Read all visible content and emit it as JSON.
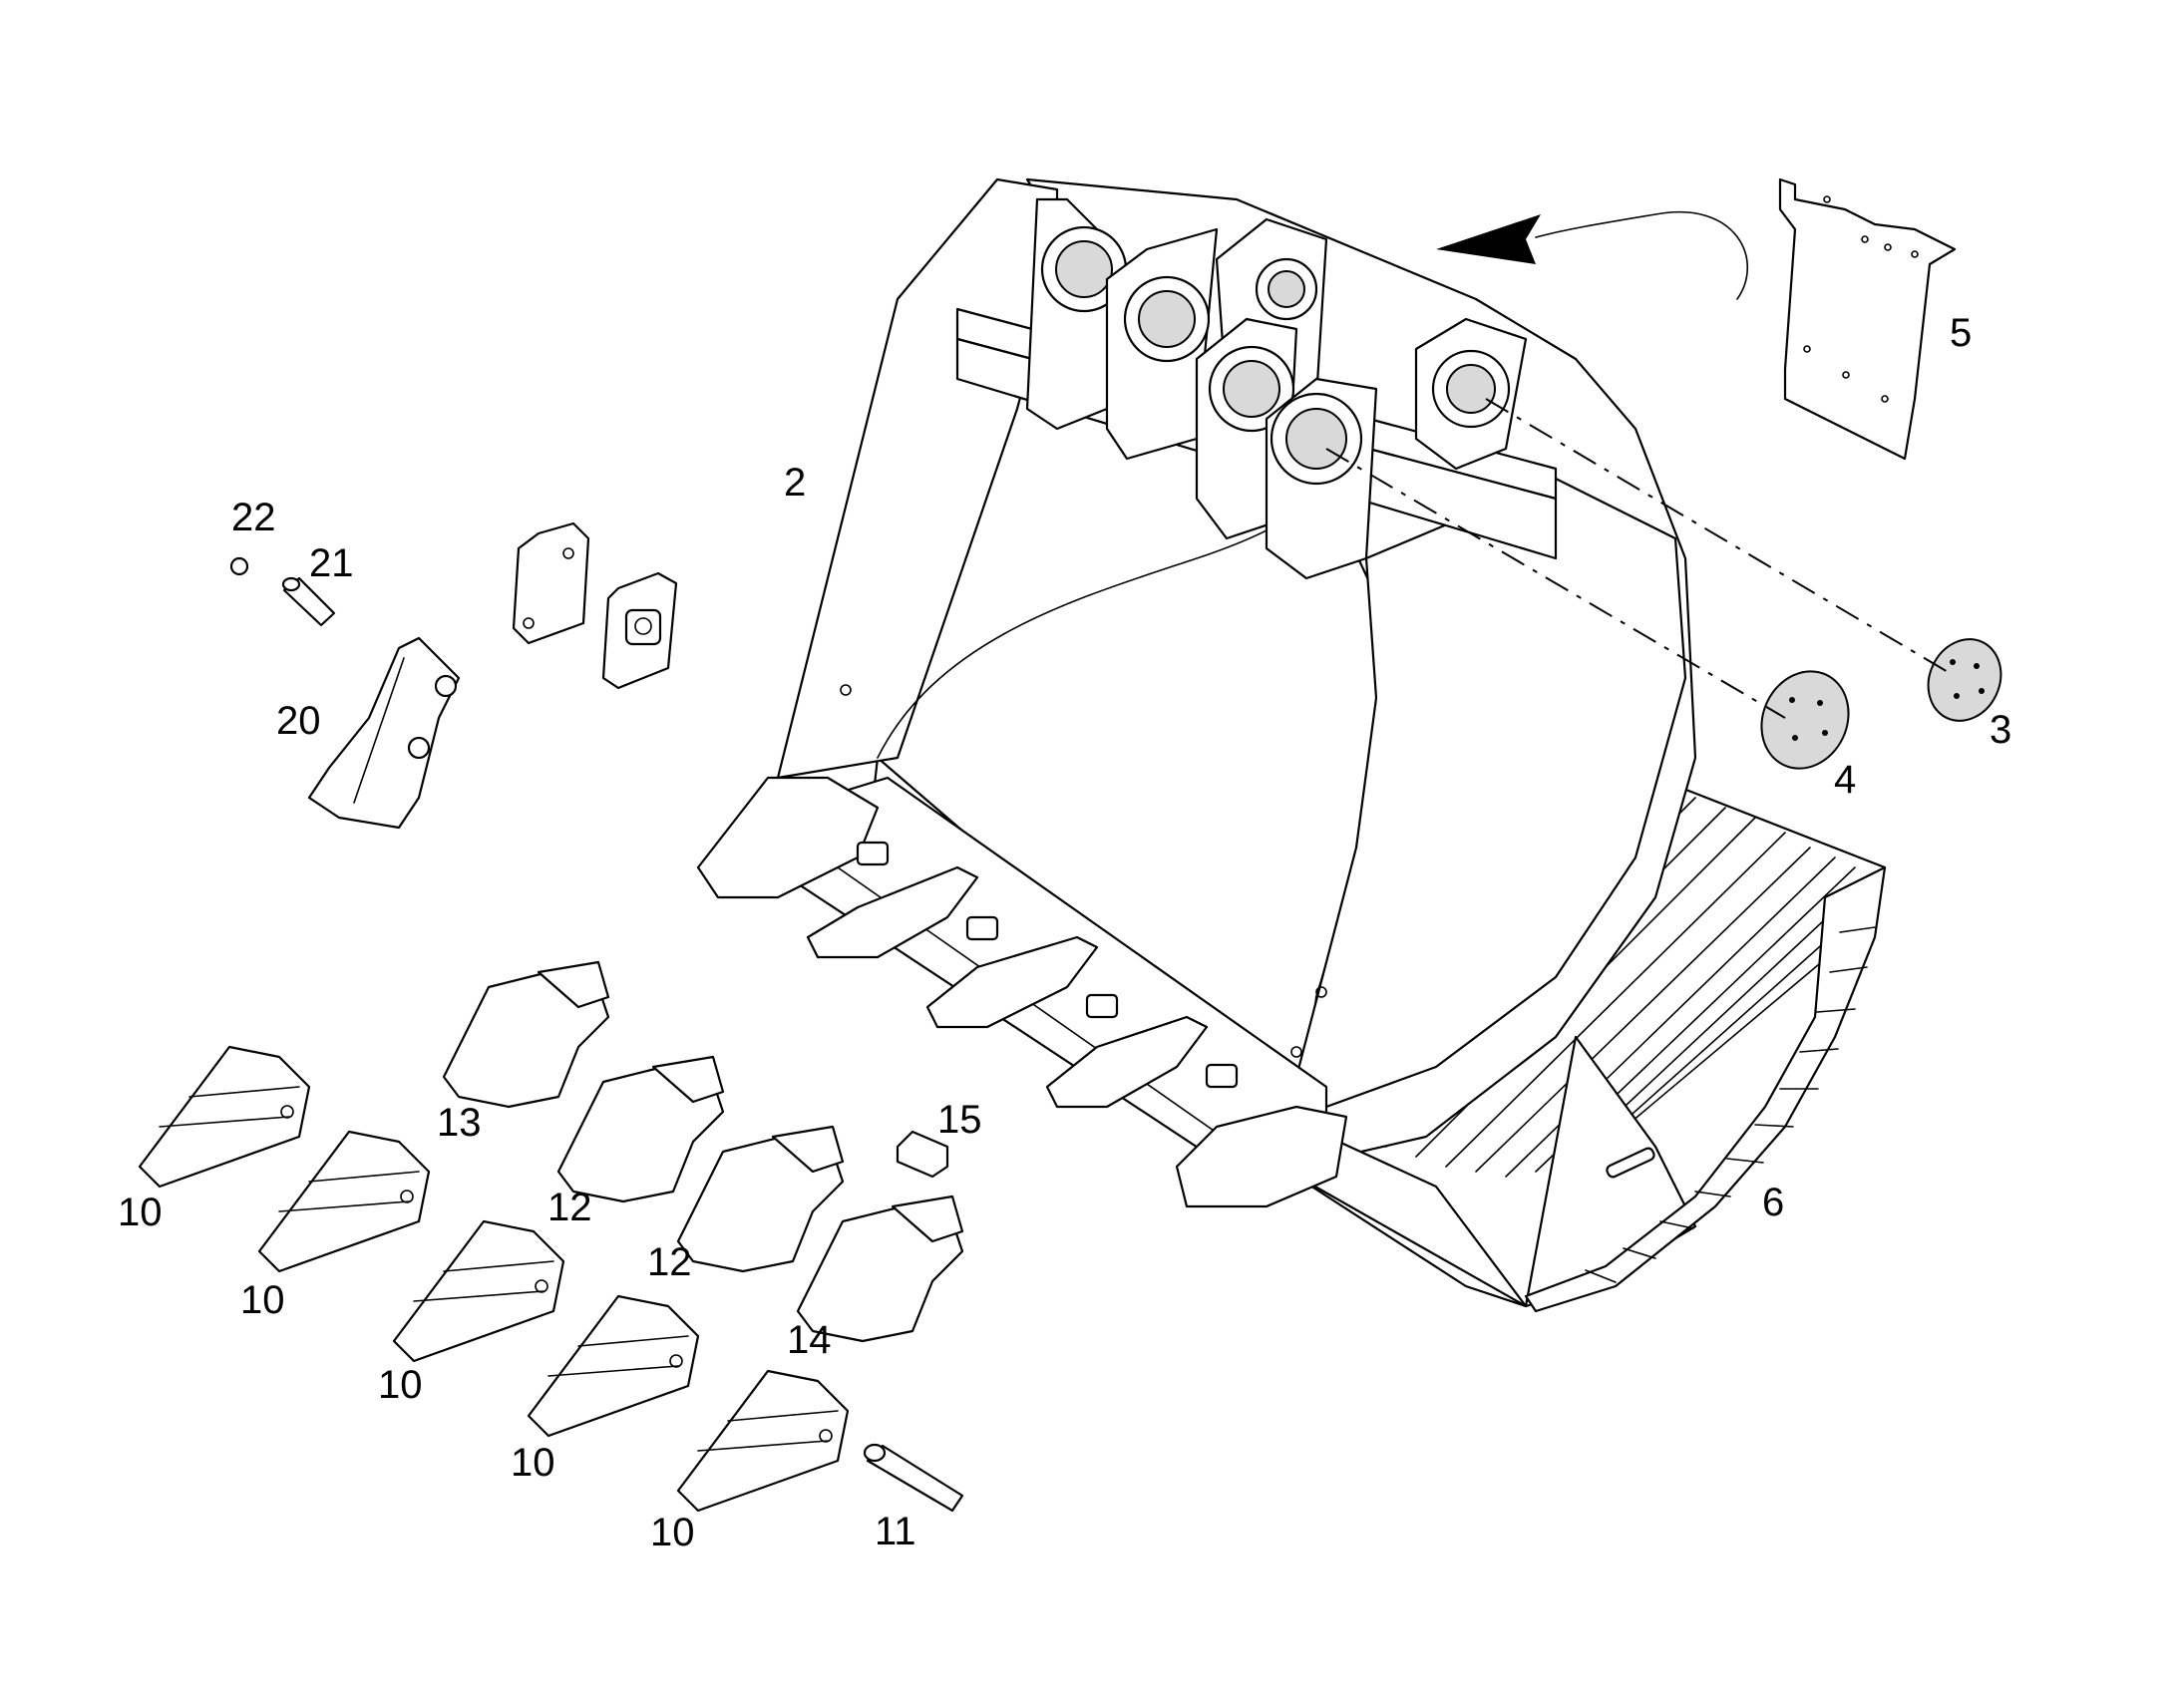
{
  "callouts": {
    "c2": "2",
    "c3": "3",
    "c4": "4",
    "c5": "5",
    "c6": "6",
    "c10a": "10",
    "c10b": "10",
    "c10c": "10",
    "c10d": "10",
    "c10e": "10",
    "c11": "11",
    "c12a": "12",
    "c12b": "12",
    "c13": "13",
    "c14": "14",
    "c15": "15",
    "c20": "20",
    "c21": "21",
    "c22": "22"
  }
}
